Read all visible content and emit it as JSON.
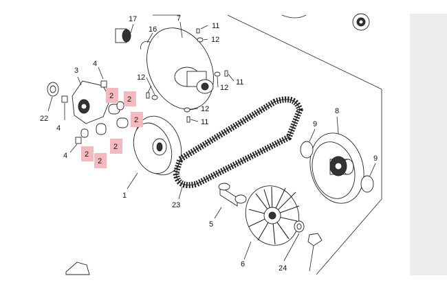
{
  "diagram": {
    "labels": [
      "1",
      "2",
      "2",
      "2",
      "2",
      "2",
      "2",
      "3",
      "4",
      "4",
      "4",
      "5",
      "6",
      "7",
      "8",
      "9",
      "9",
      "11",
      "11",
      "11",
      "12",
      "12",
      "12",
      "12",
      "16",
      "17",
      "22",
      "23",
      "24"
    ]
  }
}
